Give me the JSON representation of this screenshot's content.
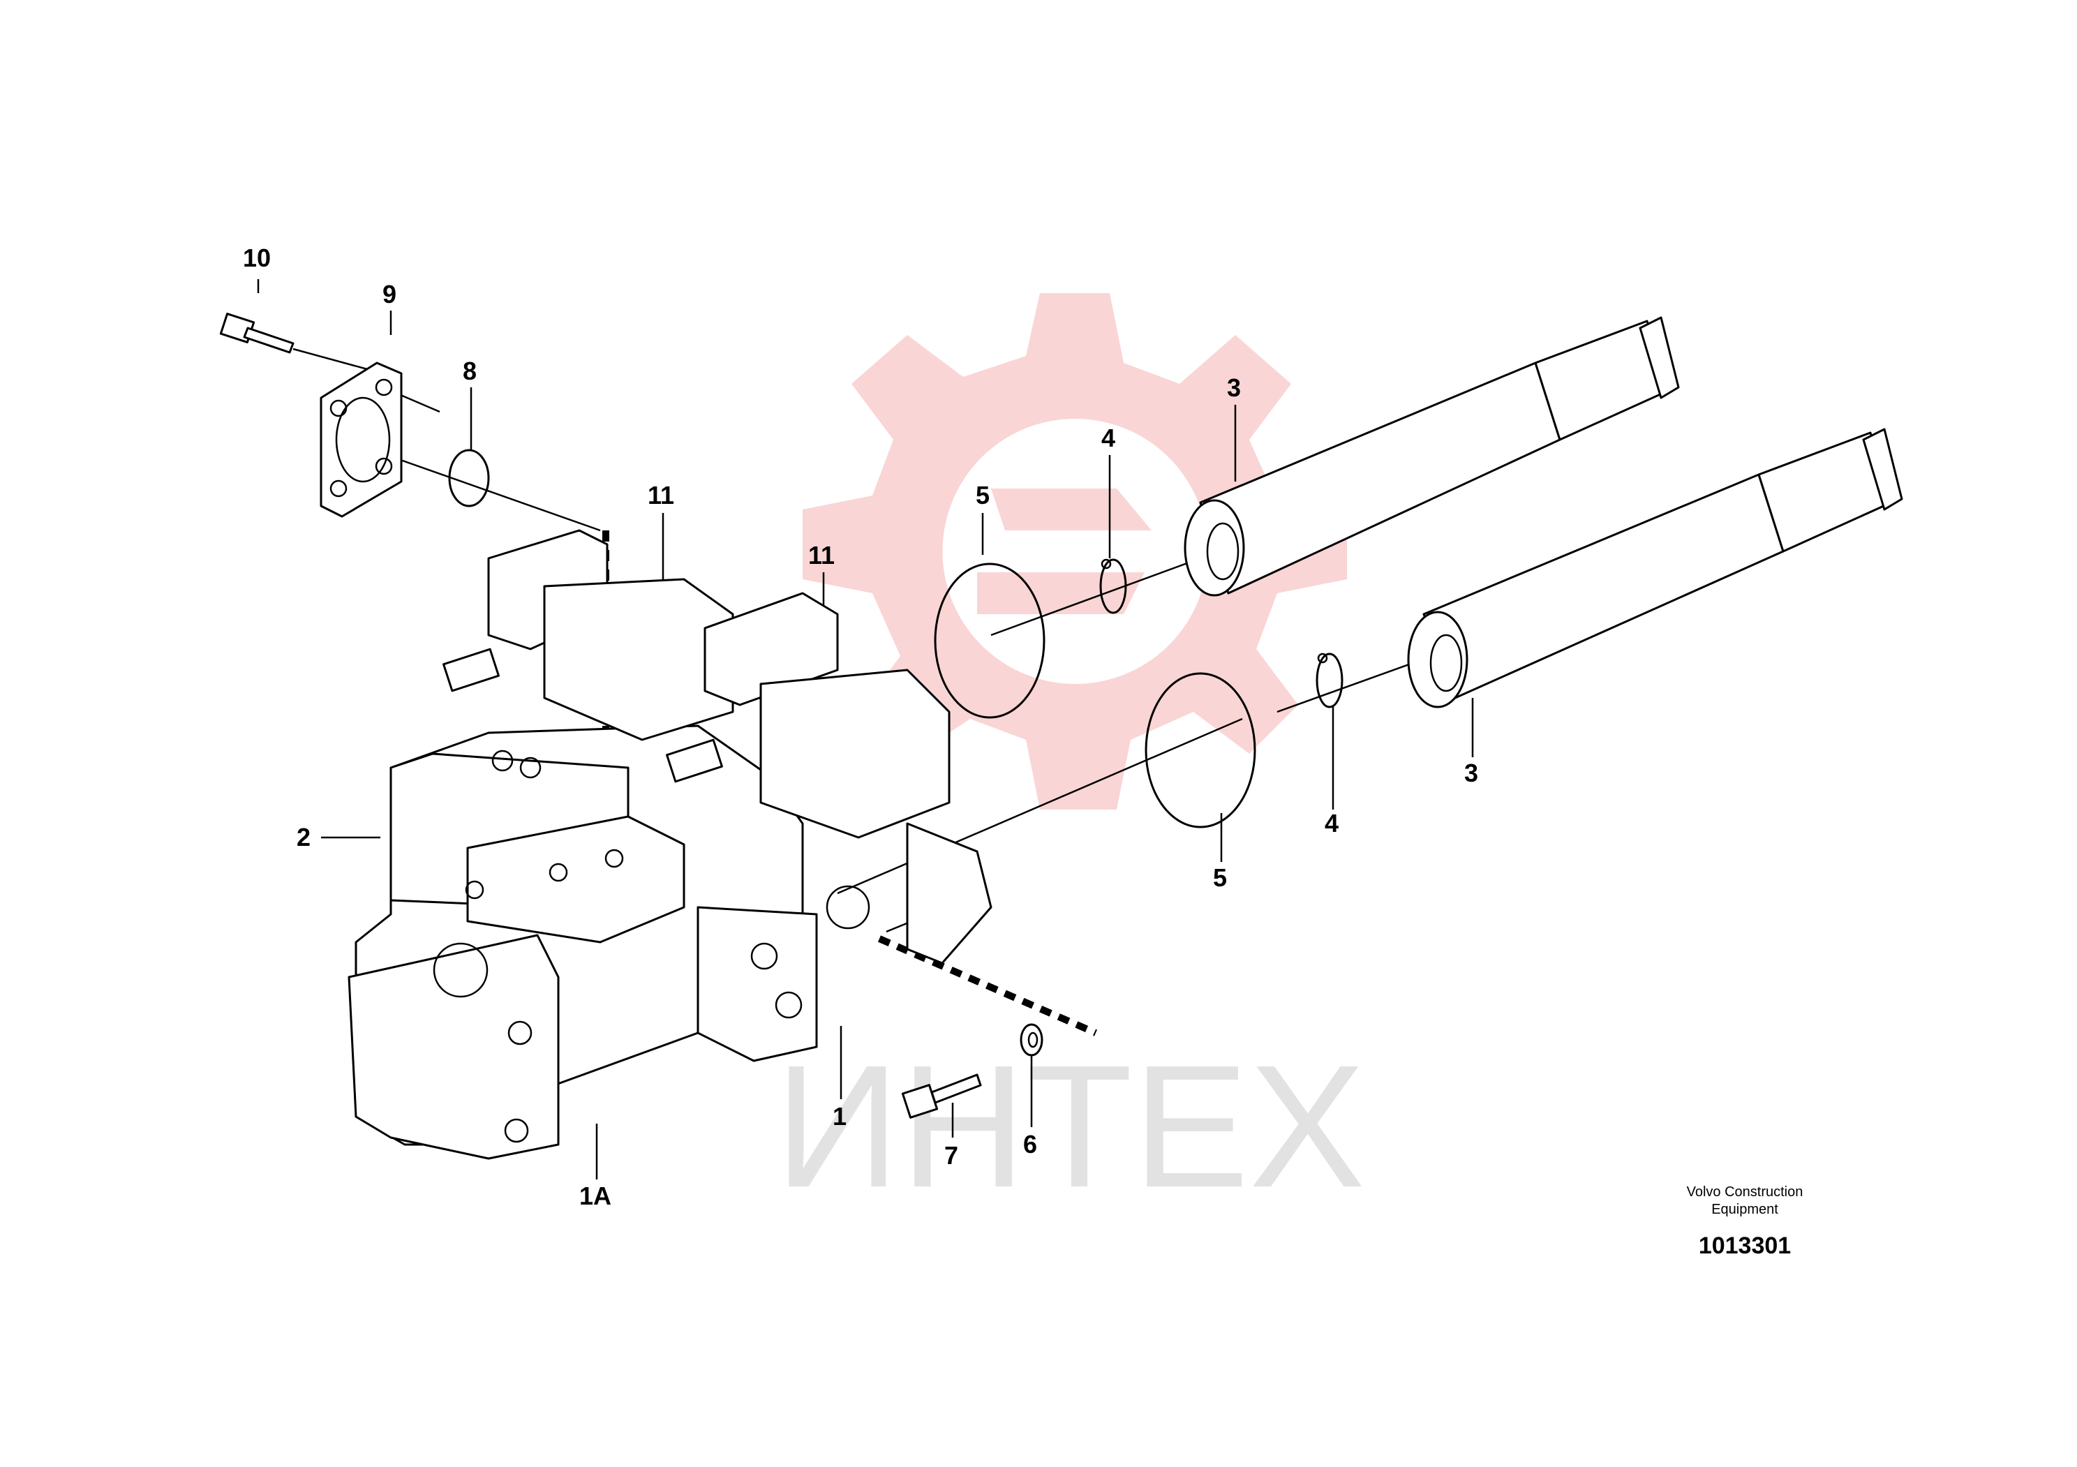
{
  "watermark": {
    "text": "ИНТЕХ",
    "gear_color": "#f6b3b3"
  },
  "callouts": [
    "10",
    "9",
    "8",
    "11",
    "11",
    "5",
    "4",
    "3",
    "3",
    "4",
    "5",
    "2",
    "1",
    "1A",
    "7",
    "6"
  ],
  "credit": {
    "line": "Volvo Construction Equipment",
    "figure_number": "1013301"
  }
}
